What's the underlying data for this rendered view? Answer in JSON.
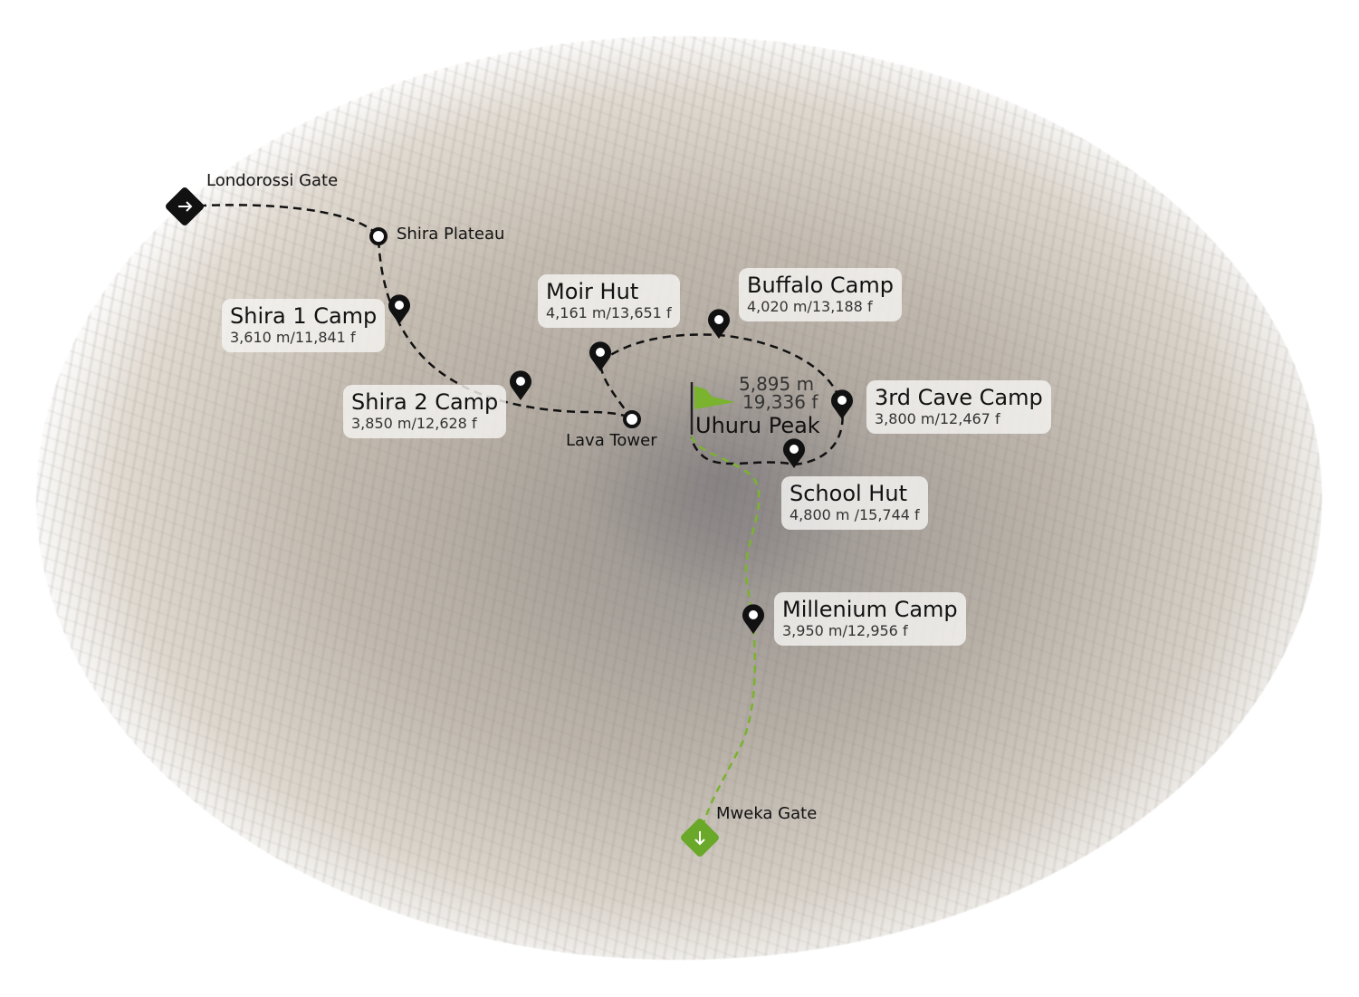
{
  "map": {
    "colors": {
      "route": "#111111",
      "descent": "#7ab32e",
      "summit_flag": "#7ab32e",
      "start_marker": "#111111",
      "end_marker": "#6aa82a"
    },
    "start": {
      "name": "Londorossi Gate",
      "icon": "arrow-right-icon"
    },
    "end": {
      "name": "Mweka Gate",
      "icon": "arrow-down-icon"
    },
    "waypoints": [
      {
        "name": "Shira Plateau"
      },
      {
        "name": "Lava Tower"
      }
    ],
    "camps": [
      {
        "name": "Shira 1 Camp",
        "altitude": "3,610 m/11,841 f"
      },
      {
        "name": "Shira 2 Camp",
        "altitude": "3,850 m/12,628 f"
      },
      {
        "name": "Moir Hut",
        "altitude": "4,161 m/13,651 f"
      },
      {
        "name": "Buffalo Camp",
        "altitude": "4,020 m/13,188 f"
      },
      {
        "name": "3rd Cave Camp",
        "altitude": "3,800 m/12,467 f"
      },
      {
        "name": "School Hut",
        "altitude": "4,800 m /15,744 f"
      },
      {
        "name": "Millenium Camp",
        "altitude": "3,950 m/12,956 f"
      }
    ],
    "summit": {
      "name": "Uhuru Peak",
      "meters": "5,895 m",
      "feet": "19,336 f"
    }
  }
}
